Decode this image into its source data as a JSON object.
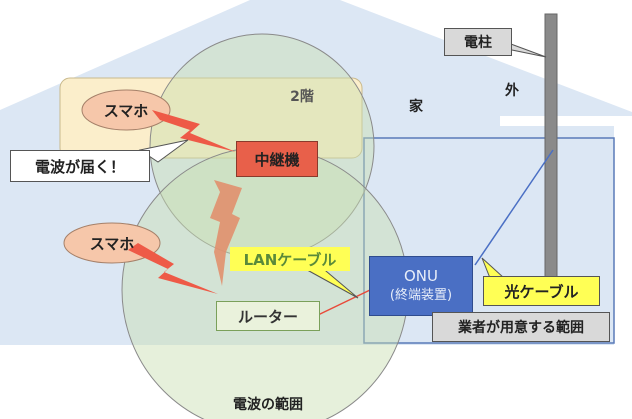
{
  "labels": {
    "smartphone_2f": "スマホ",
    "smartphone_1f": "スマホ",
    "floor2": "2階",
    "house": "家",
    "outside": "外",
    "pole": "電柱",
    "repeater": "中継機",
    "router": "ルーター",
    "onu_line1": "ONU",
    "onu_line2": "(終端装置)",
    "lan_cable": "LANケーブル",
    "fiber_cable": "光ケーブル",
    "wave_reaches": "電波が届く！",
    "provider_scope": "業者が用意する範囲",
    "wave_range": "電波の範囲"
  },
  "colors": {
    "house": "#dce7f4",
    "floor2_fill": "#fbeecb",
    "signal_circle": "#c8ddb0",
    "repeater": "#e8604a",
    "onu": "#4a6fc4",
    "router": "#eaf2dc",
    "callout_yellow": "#ffff55",
    "smartphone": "#f6c7aa",
    "lightning": "#ee5a47"
  }
}
